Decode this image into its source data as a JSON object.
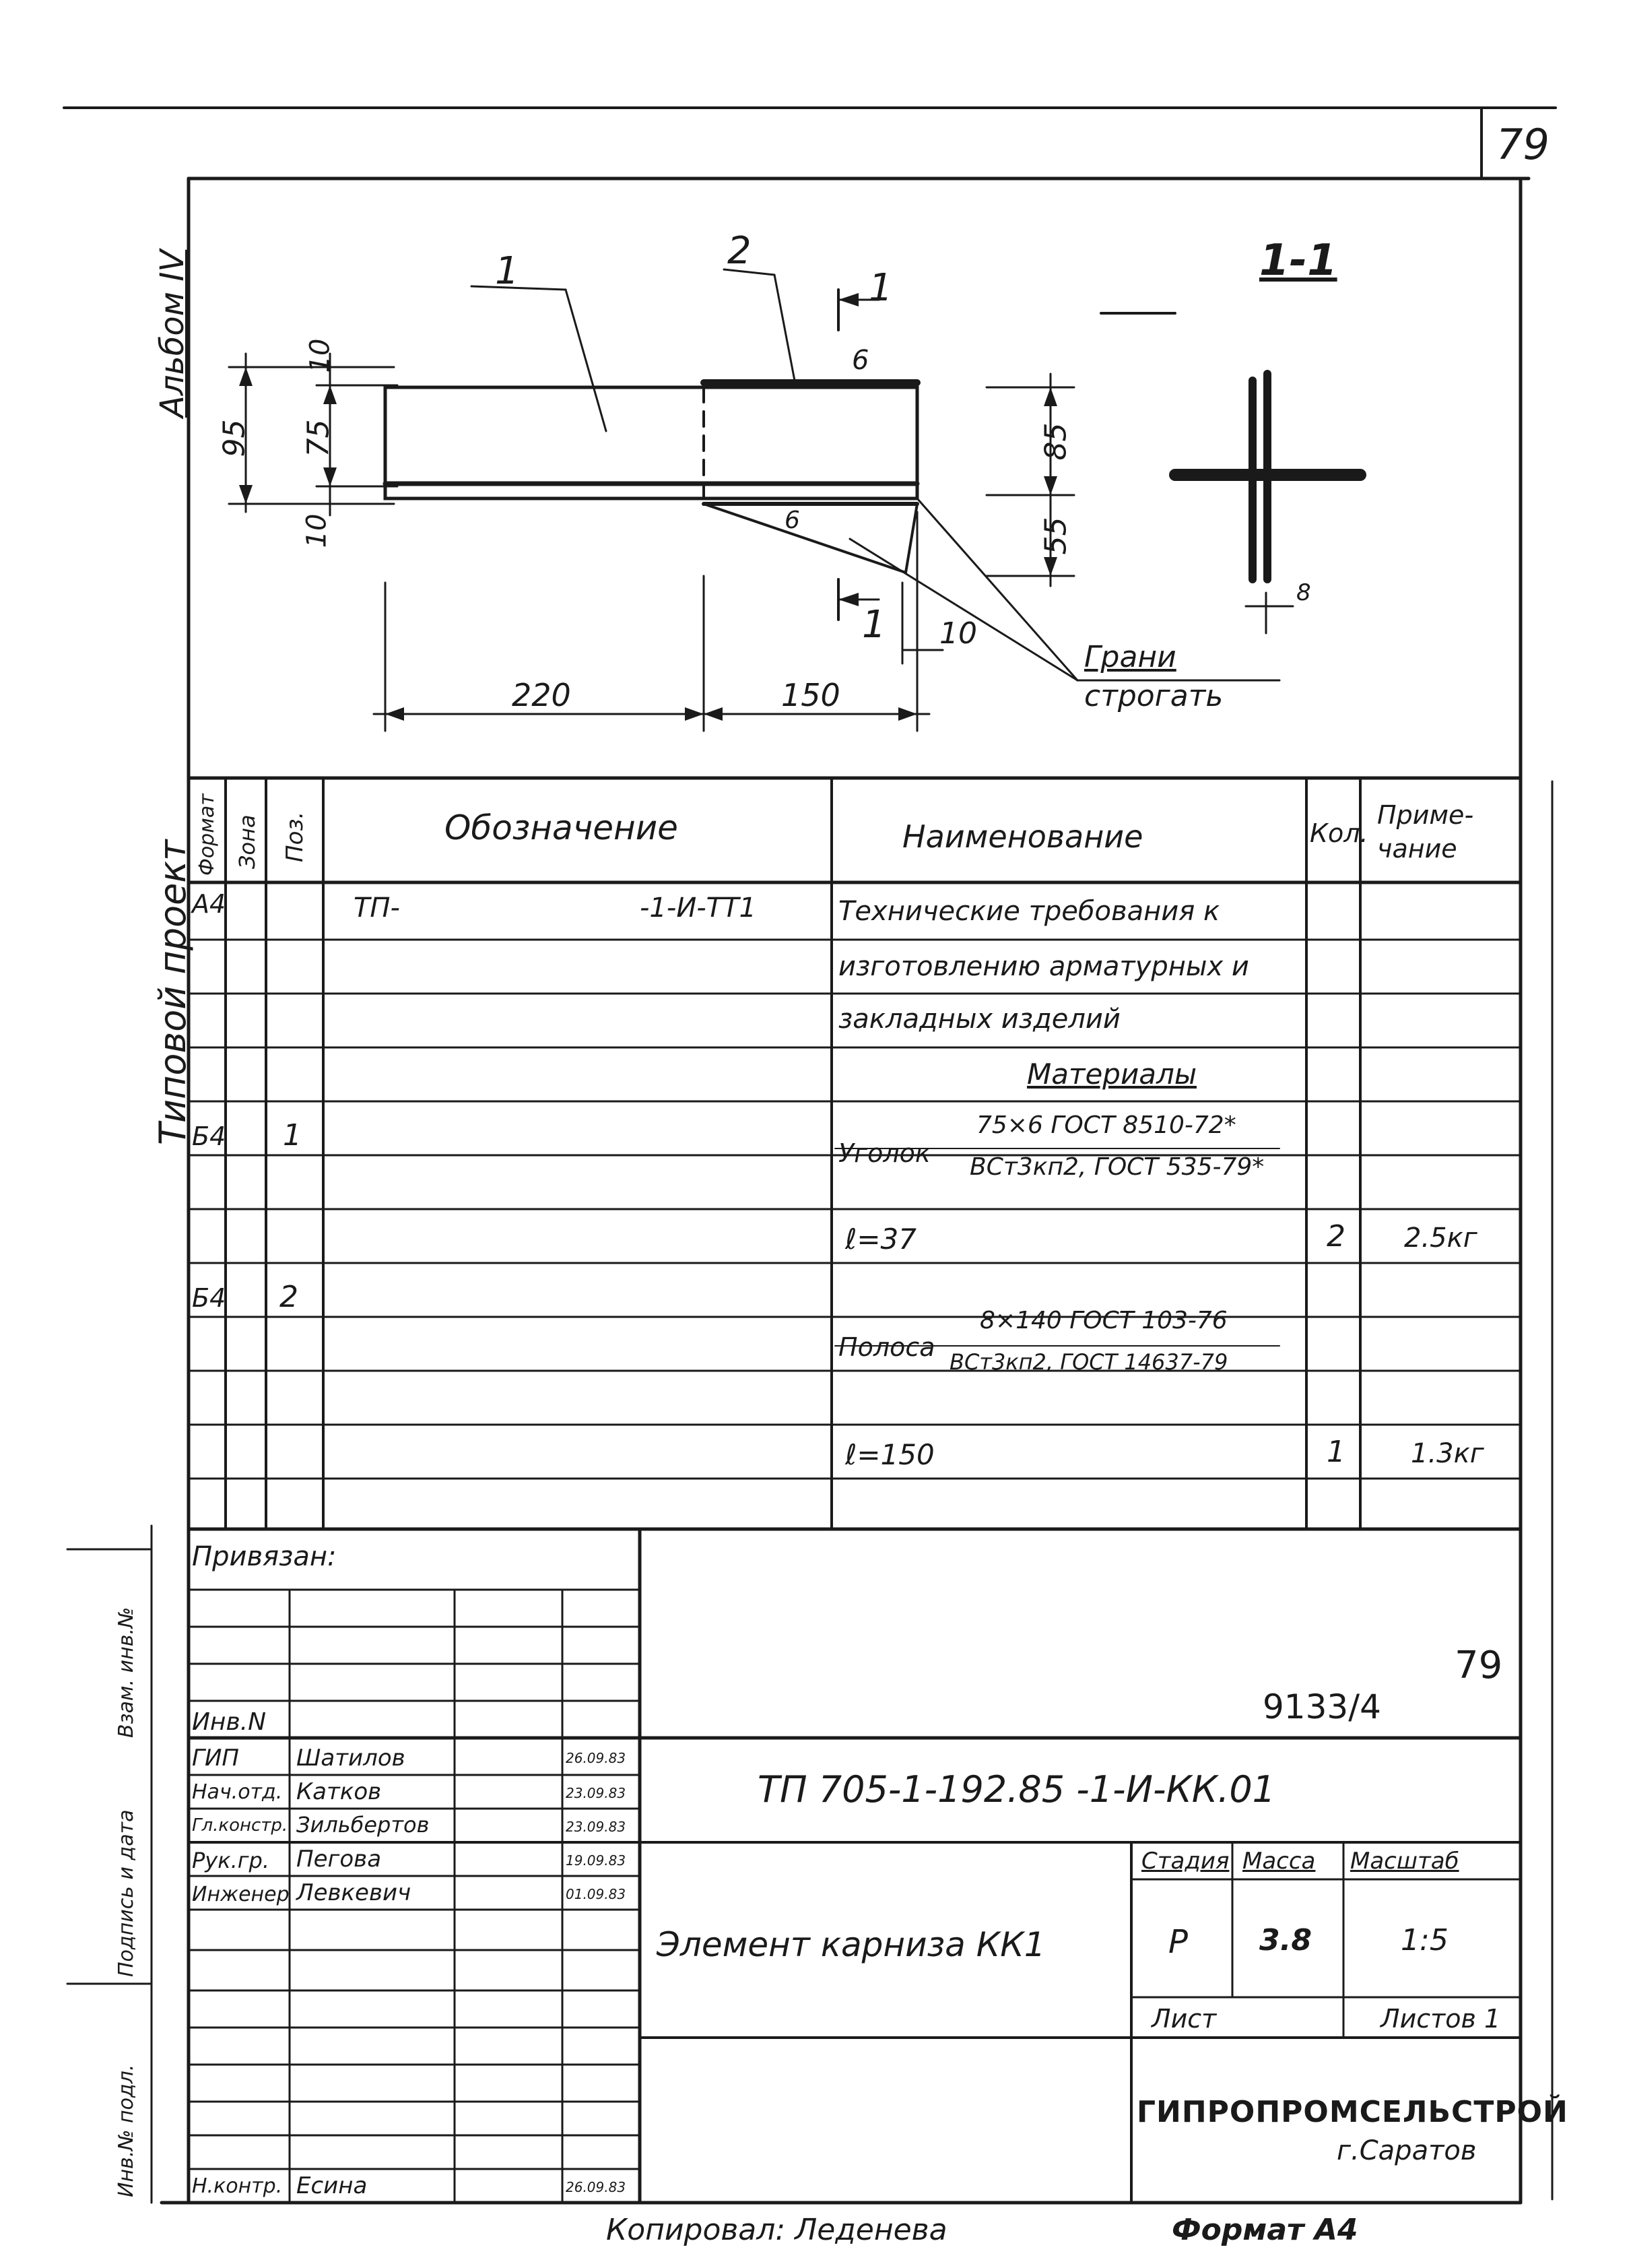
{
  "page_number": "79",
  "album_label": "Альбом IV",
  "typical_label": "Типовой проект",
  "drawing": {
    "callout_1": "1",
    "callout_2": "2",
    "section_mark": "1",
    "section_title": "1-1",
    "dim_95": "95",
    "dim_75": "75",
    "dim_10_top": "10",
    "dim_10_bottom": "10",
    "dim_6_top": "6",
    "dim_6_bottom": "6",
    "dim_85": "85",
    "dim_55": "55",
    "dim_220": "220",
    "dim_150": "150",
    "dim_10_right": "10",
    "dim_8": "8",
    "note_line1": "Грани",
    "note_line2": "строгать"
  },
  "spec": {
    "headers": {
      "format": "Формат",
      "zone": "Зона",
      "pos": "Поз.",
      "designation": "Обозначение",
      "name": "Наименование",
      "qty": "Кол.",
      "note": "Приме-\nчание"
    },
    "rows": {
      "r1_format": "А4",
      "r1_des_a": "ТП-",
      "r1_des_b": "-1-И-ТТ1",
      "r1_name": "Технические требования к",
      "r2_name": "изготовлению арматурных и",
      "r3_name": "закладных изделий",
      "section_materials": "Материалы",
      "r5_format": "Б4",
      "r5_pos": "1",
      "r5_name_prefix": "Уголок",
      "r5_name_num": "75×6 ГОСТ 8510-72*",
      "r5_name_den": "ВСт3кп2, ГОСТ 535-79*",
      "r7_name": "ℓ=37",
      "r7_qty": "2",
      "r7_note": "2.5кг",
      "r8_format": "Б4",
      "r8_pos": "2",
      "r8_name_prefix": "Полоса",
      "r8_name_num": "8×140 ГОСТ 103-76",
      "r8_name_den": "ВСт3кп2, ГОСТ 14637-79",
      "r10_name": "ℓ=150",
      "r10_qty": "1",
      "r10_note": "1.3кг"
    }
  },
  "side_labels": {
    "vzam": "Взам. инв.№",
    "podpis": "Подпись и дата",
    "inv_podl": "Инв.№ подл."
  },
  "stamp": {
    "privyazan": "Привязан:",
    "inv_no": "Инв.N",
    "number_handwritten": "79",
    "number_code": "9133/4",
    "designation": "ТП 705-1-192.85 -1-И-КК.01",
    "title": "Элемент карниза КК1",
    "roles": [
      {
        "role": "ГИП",
        "name": "Шатилов",
        "date": "26.09.83"
      },
      {
        "role": "Нач.отд.",
        "name": "Катков",
        "date": "23.09.83"
      },
      {
        "role": "Гл.констр.",
        "name": "Зильбертов",
        "date": "23.09.83"
      },
      {
        "role": "Рук.гр.",
        "name": "Пегова",
        "date": "19.09.83"
      },
      {
        "role": "Инженер",
        "name": "Левкевич",
        "date": "01.09.83"
      }
    ],
    "nkontr_role": "Н.контр.",
    "nkontr_name": "Есина",
    "nkontr_date": "26.09.83",
    "stage_label": "Стадия",
    "mass_label": "Масса",
    "scale_label": "Масштаб",
    "stage_value": "Р",
    "mass_value": "3.8",
    "scale_value": "1:5",
    "sheet_label": "Лист",
    "sheets_label": "Листов 1",
    "org": "ГИПРОПРОМСЕЛЬСТРОЙ",
    "city": "г.Саратов"
  },
  "footer": {
    "copied": "Копировал: Леденева",
    "format": "Формат А4"
  }
}
